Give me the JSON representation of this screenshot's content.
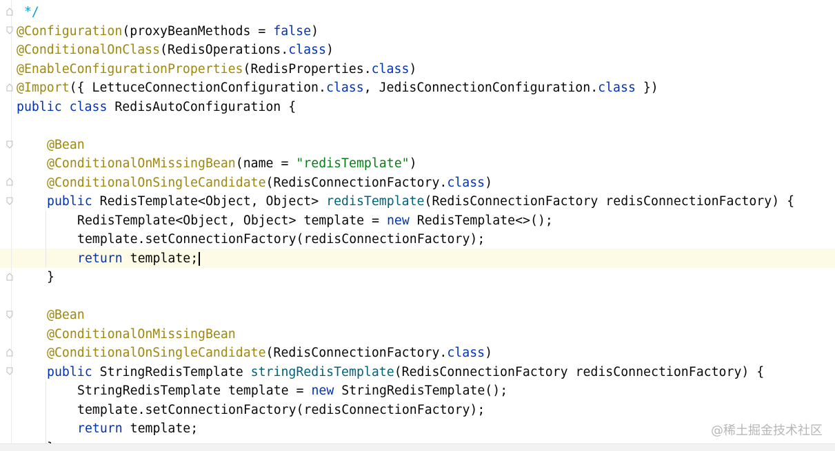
{
  "editor": {
    "lines": [
      {
        "indent": 0,
        "tokens": [
          {
            "t": " */",
            "c": "cm"
          }
        ]
      },
      {
        "indent": 0,
        "tokens": [
          {
            "t": "@Configuration",
            "c": "ann"
          },
          {
            "t": "(proxyBeanMethods = ",
            "c": "plain"
          },
          {
            "t": "false",
            "c": "kw"
          },
          {
            "t": ")",
            "c": "plain"
          }
        ]
      },
      {
        "indent": 0,
        "tokens": [
          {
            "t": "@ConditionalOnClass",
            "c": "ann"
          },
          {
            "t": "(RedisOperations.",
            "c": "plain"
          },
          {
            "t": "class",
            "c": "kw"
          },
          {
            "t": ")",
            "c": "plain"
          }
        ]
      },
      {
        "indent": 0,
        "tokens": [
          {
            "t": "@EnableConfigurationProperties",
            "c": "ann"
          },
          {
            "t": "(RedisProperties.",
            "c": "plain"
          },
          {
            "t": "class",
            "c": "kw"
          },
          {
            "t": ")",
            "c": "plain"
          }
        ]
      },
      {
        "indent": 0,
        "tokens": [
          {
            "t": "@Import",
            "c": "ann"
          },
          {
            "t": "({ LettuceConnectionConfiguration.",
            "c": "plain"
          },
          {
            "t": "class",
            "c": "kw"
          },
          {
            "t": ", JedisConnectionConfiguration.",
            "c": "plain"
          },
          {
            "t": "class",
            "c": "kw"
          },
          {
            "t": " })",
            "c": "plain"
          }
        ]
      },
      {
        "indent": 0,
        "tokens": [
          {
            "t": "public class",
            "c": "kw"
          },
          {
            "t": " RedisAutoConfiguration {",
            "c": "plain"
          }
        ]
      },
      {
        "indent": 0,
        "tokens": []
      },
      {
        "indent": 1,
        "tokens": [
          {
            "t": "@Bean",
            "c": "ann"
          }
        ]
      },
      {
        "indent": 1,
        "tokens": [
          {
            "t": "@ConditionalOnMissingBean",
            "c": "ann"
          },
          {
            "t": "(name = ",
            "c": "plain"
          },
          {
            "t": "\"redisTemplate\"",
            "c": "str"
          },
          {
            "t": ")",
            "c": "plain"
          }
        ]
      },
      {
        "indent": 1,
        "tokens": [
          {
            "t": "@ConditionalOnSingleCandidate",
            "c": "ann"
          },
          {
            "t": "(RedisConnectionFactory.",
            "c": "plain"
          },
          {
            "t": "class",
            "c": "kw"
          },
          {
            "t": ")",
            "c": "plain"
          }
        ]
      },
      {
        "indent": 1,
        "tokens": [
          {
            "t": "public",
            "c": "kw"
          },
          {
            "t": " RedisTemplate<Object, Object> ",
            "c": "plain"
          },
          {
            "t": "redisTemplate",
            "c": "meth"
          },
          {
            "t": "(RedisConnectionFactory redisConnectionFactory) {",
            "c": "plain"
          }
        ]
      },
      {
        "indent": 2,
        "tokens": [
          {
            "t": "RedisTemplate<Object, Object> template = ",
            "c": "plain"
          },
          {
            "t": "new",
            "c": "kw"
          },
          {
            "t": " RedisTemplate<>();",
            "c": "plain"
          }
        ]
      },
      {
        "indent": 2,
        "tokens": [
          {
            "t": "template.setConnectionFactory(redisConnectionFactory);",
            "c": "plain"
          }
        ]
      },
      {
        "indent": 2,
        "tokens": [
          {
            "t": "return",
            "c": "kw"
          },
          {
            "t": " template;",
            "c": "plain"
          }
        ],
        "caret": true
      },
      {
        "indent": 1,
        "tokens": [
          {
            "t": "}",
            "c": "plain"
          }
        ]
      },
      {
        "indent": 0,
        "tokens": []
      },
      {
        "indent": 1,
        "tokens": [
          {
            "t": "@Bean",
            "c": "ann"
          }
        ]
      },
      {
        "indent": 1,
        "tokens": [
          {
            "t": "@ConditionalOnMissingBean",
            "c": "ann"
          }
        ]
      },
      {
        "indent": 1,
        "tokens": [
          {
            "t": "@ConditionalOnSingleCandidate",
            "c": "ann"
          },
          {
            "t": "(RedisConnectionFactory.",
            "c": "plain"
          },
          {
            "t": "class",
            "c": "kw"
          },
          {
            "t": ")",
            "c": "plain"
          }
        ]
      },
      {
        "indent": 1,
        "tokens": [
          {
            "t": "public",
            "c": "kw"
          },
          {
            "t": " StringRedisTemplate ",
            "c": "plain"
          },
          {
            "t": "stringRedisTemplate",
            "c": "meth"
          },
          {
            "t": "(RedisConnectionFactory redisConnectionFactory) {",
            "c": "plain"
          }
        ]
      },
      {
        "indent": 2,
        "tokens": [
          {
            "t": "StringRedisTemplate template = ",
            "c": "plain"
          },
          {
            "t": "new",
            "c": "kw"
          },
          {
            "t": " StringRedisTemplate();",
            "c": "plain"
          }
        ]
      },
      {
        "indent": 2,
        "tokens": [
          {
            "t": "template.setConnectionFactory(redisConnectionFactory);",
            "c": "plain"
          }
        ]
      },
      {
        "indent": 2,
        "tokens": [
          {
            "t": "return",
            "c": "kw"
          },
          {
            "t": " template;",
            "c": "plain"
          }
        ]
      },
      {
        "indent": 1,
        "tokens": [
          {
            "t": "}",
            "c": "plain"
          }
        ]
      }
    ]
  },
  "watermark": "@稀土掘金技术社区",
  "colors": {
    "annotation": "#9e880d",
    "keyword": "#0033b3",
    "string": "#067d17",
    "comment": "#0a9bd8",
    "method": "#00627a",
    "text": "#080808",
    "caret_row": "#fdfbe6"
  }
}
